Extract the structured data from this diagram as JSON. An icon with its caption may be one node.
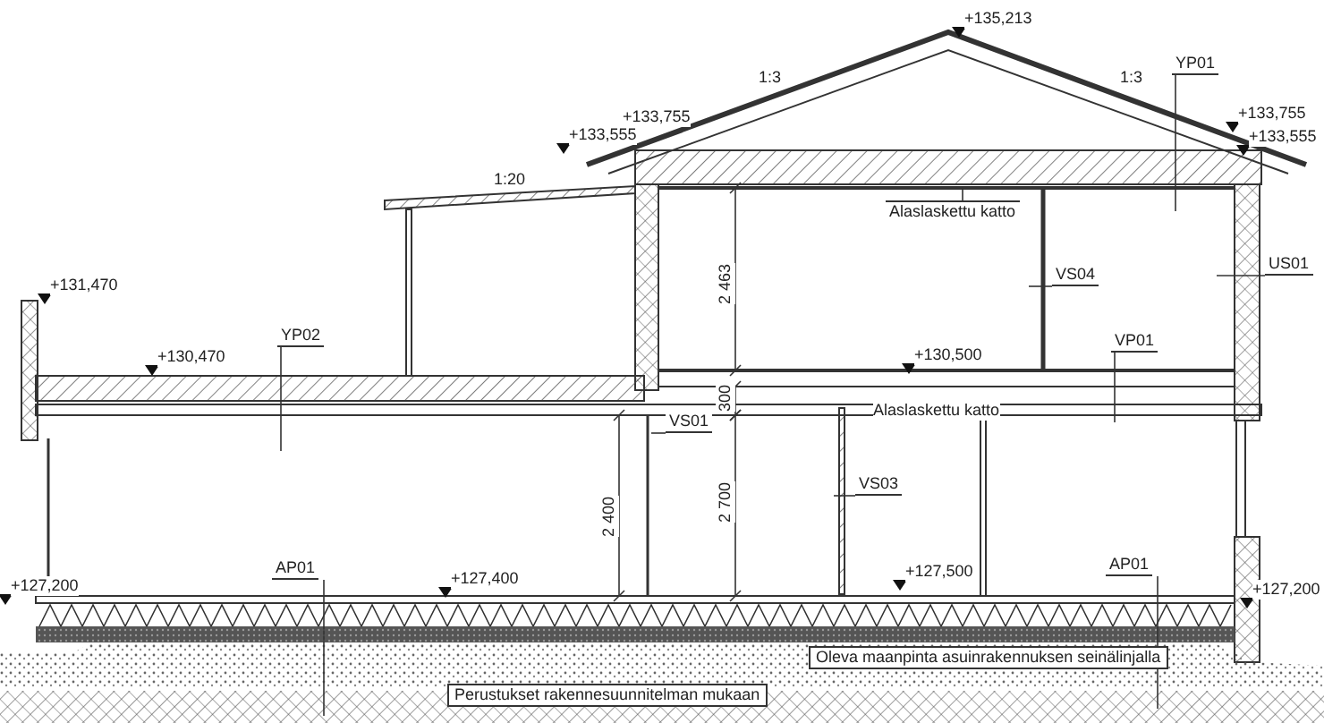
{
  "diagram": {
    "nodes": [
      {
        "text": [
          "YP01"
        ]
      },
      {
        "text": [
          "YP02"
        ]
      },
      {
        "text": [
          "Alaslaskettu katto"
        ]
      },
      {
        "text": [
          "VS04"
        ]
      },
      {
        "text": [
          "US01"
        ]
      },
      {
        "text": [
          "VP01"
        ]
      },
      {
        "text": [
          "VS01"
        ]
      },
      {
        "text": [
          "VS03"
        ]
      },
      {
        "text": [
          "AP01"
        ]
      },
      {
        "text": [
          "AP01"
        ]
      }
    ],
    "edges": [
      {
        "from": 0,
        "to": null,
        "arrow": "none"
      },
      {
        "from": 1,
        "to": null,
        "arrow": "none"
      },
      {
        "from": 2,
        "to": null,
        "arrow": "none"
      },
      {
        "from": 3,
        "to": null,
        "arrow": "none"
      },
      {
        "from": 4,
        "to": null,
        "arrow": "none"
      },
      {
        "from": 5,
        "to": null,
        "arrow": "none"
      },
      {
        "from": 6,
        "to": null,
        "arrow": "none"
      },
      {
        "from": 7,
        "to": null,
        "arrow": "none"
      },
      {
        "from": 8,
        "to": null,
        "arrow": "none"
      },
      {
        "from": 9,
        "to": null,
        "arrow": "none"
      }
    ],
    "labels": [
      "+135,213",
      "1:3",
      "1:3",
      "+133,755",
      "+133,555",
      "+133,755",
      "+133,555",
      "1:20",
      "+131,470",
      "+130,470",
      "2 463",
      "+130,500",
      "300",
      "Alaslaskettu katto",
      "2 700",
      "2 400",
      "+127,400",
      "+127,500",
      "+127,200",
      "+127,200",
      "Oleva maanpinta asuinrakennuksen seinälinjalla",
      "Perustukset rakennesuunnitelman mukaan"
    ]
  }
}
